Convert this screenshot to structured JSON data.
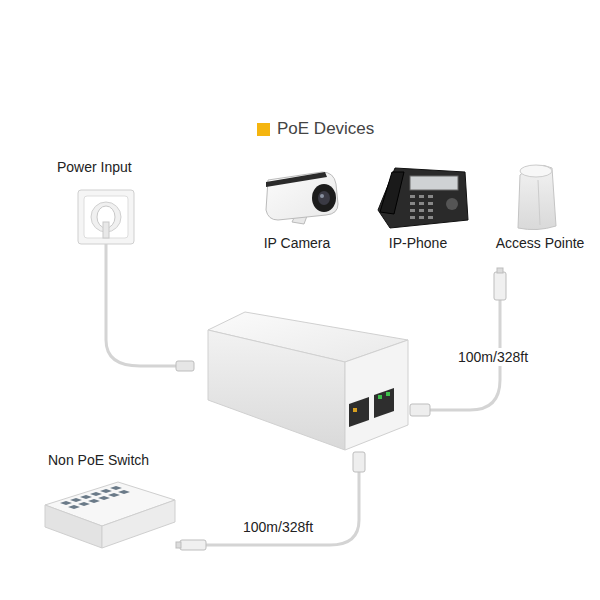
{
  "diagram": {
    "labels": [
      "Power Input",
      "IP Camera",
      "IP-Phone",
      "Access Pointe",
      "Non PoE Switch",
      "100m/328ft",
      "100m/328ft"
    ],
    "legend": [
      {
        "text": "PoE Devices",
        "color": "#f5b50f"
      }
    ]
  }
}
